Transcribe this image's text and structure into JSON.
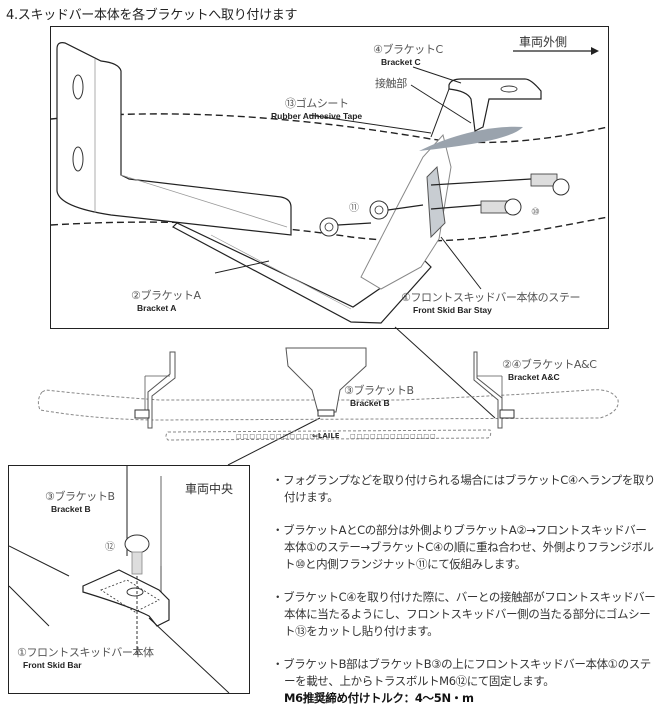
{
  "title": "4.スキッドバー本体を各ブラケットへ取り付けます",
  "top_diagram": {
    "direction_label": "車両外側",
    "labels": {
      "bracket_c": {
        "jp": "④ブラケットC",
        "en": "Bracket C"
      },
      "contact_part": {
        "jp": "接触部"
      },
      "rubber_sheet": {
        "jp": "⑬ゴムシート",
        "en": "Rubber Adhesive Tape"
      },
      "bracket_a": {
        "jp": "②ブラケットA",
        "en": "Bracket A"
      },
      "stay": {
        "jp": "①フロントスキッドバー本体のステー",
        "en": "Front Skid Bar Stay"
      },
      "nut_number": "⑪",
      "bolt_number": "⑩"
    }
  },
  "overview_diagram": {
    "labels": {
      "bracket_b": {
        "jp": "③ブラケットB",
        "en": "Bracket B"
      },
      "bracket_ac": {
        "jp": "②④ブラケットA&C",
        "en": "Bracket A&C"
      }
    }
  },
  "detail_diagram": {
    "center_label": "車両中央",
    "labels": {
      "bracket_b": {
        "jp": "③ブラケットB",
        "en": "Bracket B"
      },
      "bolt_number": "⑫",
      "skid_bar": {
        "jp": "①フロントスキッドバー本体",
        "en": "Front Skid Bar"
      }
    }
  },
  "notes": [
    "・フォグランプなどを取り付けられる場合にはブラケットC④へランプを取り付けます。",
    "・ブラケットAとCの部分は外側よりブラケットA②→フロントスキッドバー本体①のステー→ブラケットC④の順に重ね合わせ、外側よりフランジボルト⑩と内側フランジナット⑪にて仮組みします。",
    "・ブラケットC④を取り付けた際に、バーとの接触部がフロントスキッドバー本体に当たるようにし、フロントスキッドバー側の当たる部分にゴムシート⑬をカットし貼り付けます。",
    "・ブラケットB部はブラケットB③の上にフロントスキッドバー本体①のステーを載せ、上からトラスボルトM6⑫にて固定します。"
  ],
  "torque_note": "M6推奨締め付けトルク：4〜5N・m",
  "colors": {
    "line": "#222222",
    "rubber": "#9aa3ad"
  }
}
